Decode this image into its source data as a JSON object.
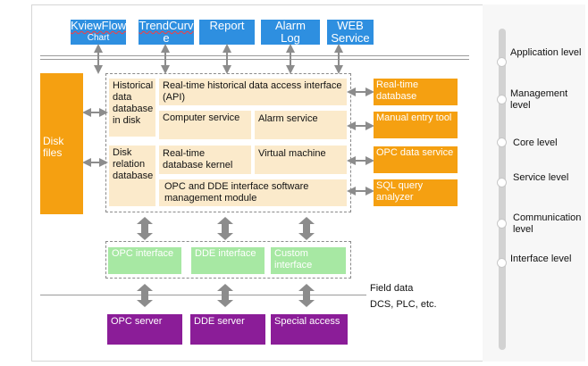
{
  "top_apps": [
    {
      "line1": "KviewFlow",
      "line2": "Chart"
    },
    {
      "line1": "TrendCurv",
      "line2": "e"
    },
    {
      "line1": "Report",
      "line2": ""
    },
    {
      "line1": "Alarm",
      "line2": "Log"
    },
    {
      "line1": "WEB",
      "line2": "Service"
    }
  ],
  "disk_files": "Disk files",
  "core": {
    "historical_db": "Historical data database in disk",
    "realtime_access": "Real-time historical data access interface (API)",
    "computer_service": "Computer service",
    "alarm_service": "Alarm service",
    "disk_relation_db": "Disk relation database",
    "realtime_kernel": "Real-time database kernel",
    "virtual_machine": "Virtual machine",
    "opc_dde_module": "OPC and DDE interface software management module"
  },
  "right_services": [
    "Real-time database",
    "Manual entry tool",
    "OPC data service",
    "SQL query analyzer"
  ],
  "interfaces": [
    "OPC interface",
    "DDE interface",
    "Custom interface"
  ],
  "field_data": "Field data",
  "field_devices": "DCS, PLC, etc.",
  "servers": [
    "OPC server",
    "DDE server",
    "Special access"
  ],
  "levels": [
    "Application level",
    "Management level",
    "Core level",
    "Service level",
    "Communication level",
    "Interface level"
  ],
  "colors": {
    "top_blue": "#2e8fe0",
    "orange": "#f5a011",
    "beige": "#fbeacb",
    "green": "#a7e8a3",
    "purple": "#8b1d98",
    "arrow_gray": "#8c8c8c"
  }
}
